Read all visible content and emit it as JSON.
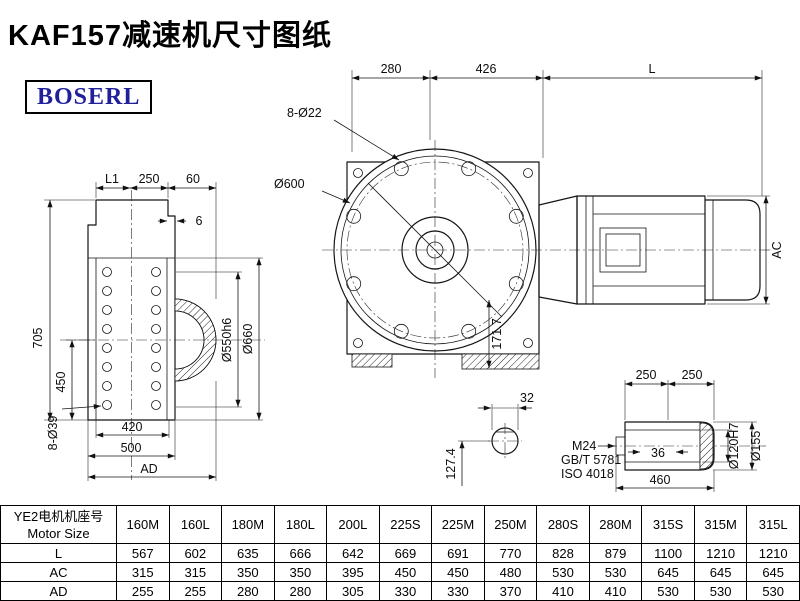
{
  "title": "KAF157减速机尺寸图纸",
  "logo_text": "BOSERL",
  "drawing": {
    "dims": {
      "top_280": "280",
      "top_426": "426",
      "top_L": "L",
      "holes_8_o22": "8-Ø22",
      "o600": "Ø600",
      "left_L1": "L1",
      "left_250": "250",
      "left_60": "60",
      "left_6": "6",
      "left_705": "705",
      "left_450": "450",
      "left_8_o39": "8-Ø39",
      "left_420": "420",
      "left_500": "500",
      "left_AD": "AD",
      "o550h6": "Ø550h6",
      "o660": "Ø660",
      "mid_171_7": "171.7",
      "right_AC": "AC",
      "detail_32": "32",
      "detail_127_4": "127.4",
      "shaft_250a": "250",
      "shaft_250b": "250",
      "shaft_M24": "M24",
      "shaft_gbt": "GB/T 5781",
      "shaft_iso": "ISO 4018",
      "shaft_36": "36",
      "shaft_460": "460",
      "o120H7": "Ø120H7",
      "o155": "Ø155"
    }
  },
  "table": {
    "corner_cn": "YE2电机机座号",
    "corner_en": "Motor Size",
    "columns": [
      "160M",
      "160L",
      "180M",
      "180L",
      "200L",
      "225S",
      "225M",
      "250M",
      "280S",
      "280M",
      "315S",
      "315M",
      "315L"
    ],
    "rows": [
      {
        "label": "L",
        "values": [
          "567",
          "602",
          "635",
          "666",
          "642",
          "669",
          "691",
          "770",
          "828",
          "879",
          "1100",
          "1210",
          "1210"
        ]
      },
      {
        "label": "AC",
        "values": [
          "315",
          "315",
          "350",
          "350",
          "395",
          "450",
          "450",
          "480",
          "530",
          "530",
          "645",
          "645",
          "645"
        ]
      },
      {
        "label": "AD",
        "values": [
          "255",
          "255",
          "280",
          "280",
          "305",
          "330",
          "330",
          "370",
          "410",
          "410",
          "530",
          "530",
          "530"
        ]
      }
    ]
  }
}
